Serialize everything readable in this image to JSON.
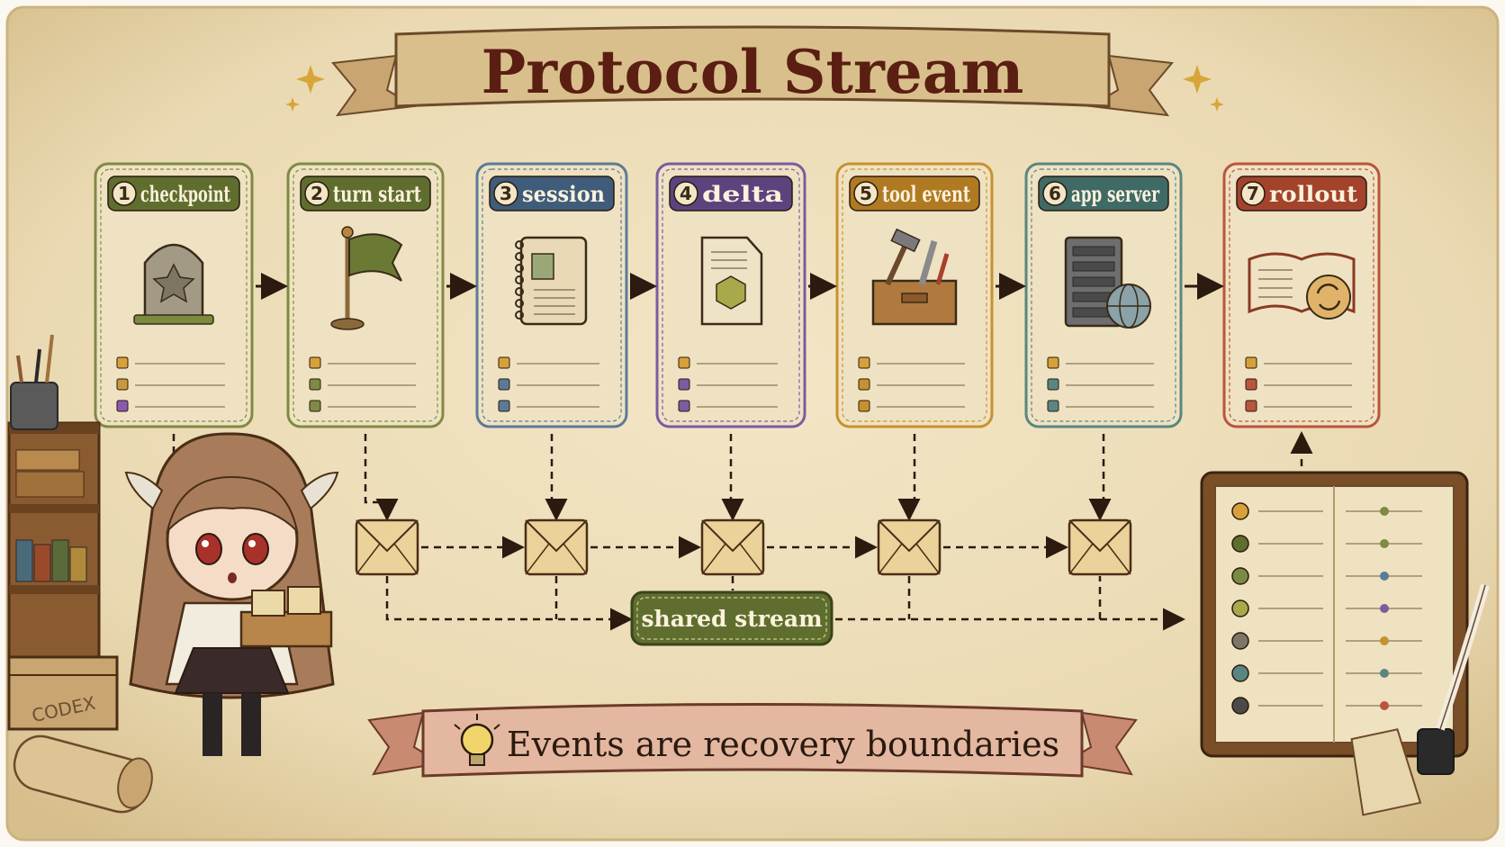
{
  "title": "Protocol Stream",
  "stages": [
    {
      "num": "1",
      "label": "checkpoint",
      "icon": "gravestone-icon",
      "color": "#5f6e2e",
      "border": "#7f8a44",
      "bullets": [
        "#d6a13a",
        "#c69a3c",
        "#8a5ab0"
      ]
    },
    {
      "num": "2",
      "label": "turn start",
      "icon": "flag-icon",
      "color": "#5f6e2e",
      "border": "#7f8a44",
      "bullets": [
        "#d6a13a",
        "#7f8a44",
        "#7f8a44"
      ]
    },
    {
      "num": "3",
      "label": "session",
      "icon": "notebook-icon",
      "color": "#3f5c7a",
      "border": "#5c7a98",
      "bullets": [
        "#d6a13a",
        "#5c7a98",
        "#5c7a98"
      ]
    },
    {
      "num": "4",
      "label": "delta",
      "icon": "document-cube-icon",
      "color": "#5d437e",
      "border": "#7a5ca0",
      "bullets": [
        "#d6a13a",
        "#7a5ca0",
        "#7a5ca0"
      ]
    },
    {
      "num": "5",
      "label": "tool event",
      "icon": "toolbox-icon",
      "color": "#b07a22",
      "border": "#c7922e",
      "bullets": [
        "#d6a13a",
        "#c7922e",
        "#c7922e"
      ]
    },
    {
      "num": "6",
      "label": "app server",
      "icon": "server-globe-icon",
      "color": "#3f6a66",
      "border": "#5a8682",
      "bullets": [
        "#d6a13a",
        "#5a8682",
        "#5a8682"
      ]
    },
    {
      "num": "7",
      "label": "rollout",
      "icon": "book-refresh-icon",
      "color": "#a3432c",
      "border": "#b9553b",
      "bullets": [
        "#d6a13a",
        "#b9553b",
        "#b9553b"
      ]
    }
  ],
  "shared_stream": "shared stream",
  "footer": "Events are recovery boundaries",
  "crate_label": "CODEX",
  "colors": {
    "parchment": "#eedfbd",
    "ink": "#2a1a10",
    "banner": "#d9bf8c",
    "footer_banner": "#e3b7a0",
    "stream": "#5f6e2e"
  }
}
